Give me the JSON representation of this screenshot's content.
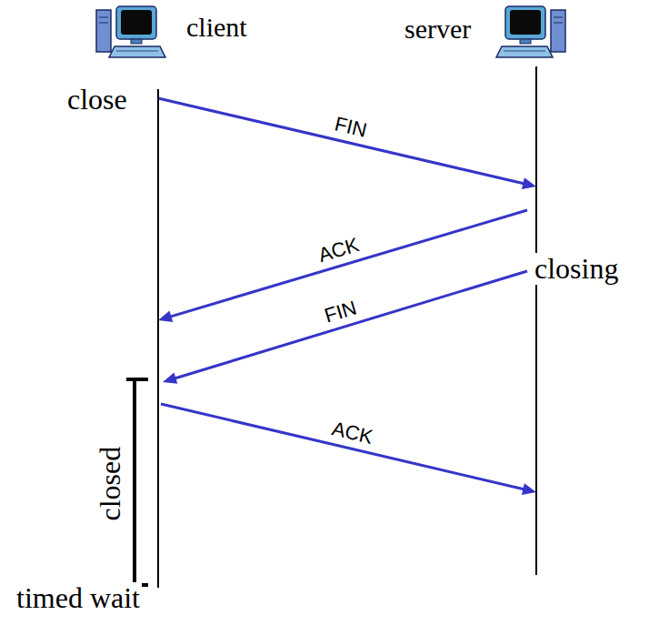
{
  "diagram": {
    "nodes": [
      {
        "text": [
          "client"
        ]
      },
      {
        "text": [
          "server"
        ]
      }
    ],
    "edges": [
      {
        "from": 0,
        "to": 1,
        "arrow": "to",
        "label": "FIN"
      },
      {
        "from": 1,
        "to": 0,
        "arrow": "to",
        "label": "ACK"
      },
      {
        "from": 1,
        "to": 0,
        "arrow": "to",
        "label": "FIN"
      },
      {
        "from": 0,
        "to": 1,
        "arrow": "to",
        "label": "ACK"
      }
    ],
    "labels": [
      "close",
      "closing",
      "timed wait",
      "closed"
    ]
  }
}
